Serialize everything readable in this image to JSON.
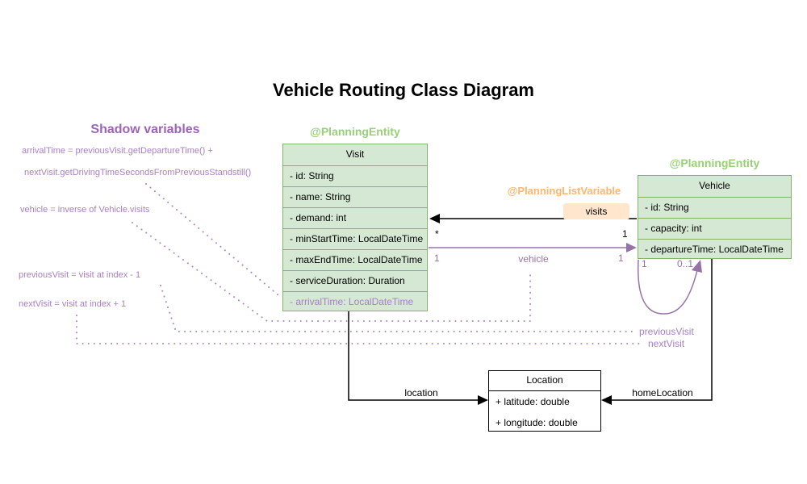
{
  "title": "Vehicle Routing Class Diagram",
  "shadow_panel": {
    "heading": "Shadow variables",
    "formulas": [
      "arrivalTime = previousVisit.getDepartureTime() +",
      "nextVisit.getDrivingTimeSecondsFromPreviousStandstill()",
      "vehicle = inverse of Vehicle.visits",
      "previousVisit = visit at index - 1",
      "nextVisit = visit at index + 1"
    ]
  },
  "stereotypes": {
    "visit": "@PlanningEntity",
    "vehicle": "@PlanningEntity",
    "visits_list": "@PlanningListVariable"
  },
  "classes": {
    "visit": {
      "name": "Visit",
      "attributes": [
        "- id: String",
        "- name: String",
        "- demand: int",
        "- minStartTime: LocalDateTime",
        "- maxEndTime: LocalDateTime",
        "- serviceDuration: Duration"
      ],
      "shadow_attribute": "- arrivalTime: LocalDateTime"
    },
    "vehicle": {
      "name": "Vehicle",
      "attributes": [
        "- id: String",
        "- capacity: int",
        "- departureTime: LocalDateTime"
      ]
    },
    "location": {
      "name": "Location",
      "attributes": [
        "+ latitude: double",
        "+ longitude: double"
      ]
    }
  },
  "relations": {
    "visits": {
      "label": "visits",
      "end_at_visit": "*",
      "end_at_vehicle": "1"
    },
    "vehicle": {
      "label": "vehicle",
      "end_at_visit": "1",
      "end_at_vehicle": "1"
    },
    "self_loop": {
      "end_left": "1",
      "end_right": "0..1"
    },
    "location": {
      "label": "location"
    },
    "home_location": {
      "label": "homeLocation"
    },
    "previous_visit": {
      "label": "previousVisit"
    },
    "next_visit": {
      "label": "nextVisit"
    }
  },
  "colors": {
    "entity_fill": "#d5e8d4",
    "entity_border": "#82b366",
    "entity_stereotype": "#97d077",
    "list_variable_stereotype": "#ffb570",
    "visits_badge_fill": "#ffe6cc",
    "association_purple": "#9673a6",
    "shadow_annotation": "#a87fc7",
    "association_black": "#000000"
  }
}
